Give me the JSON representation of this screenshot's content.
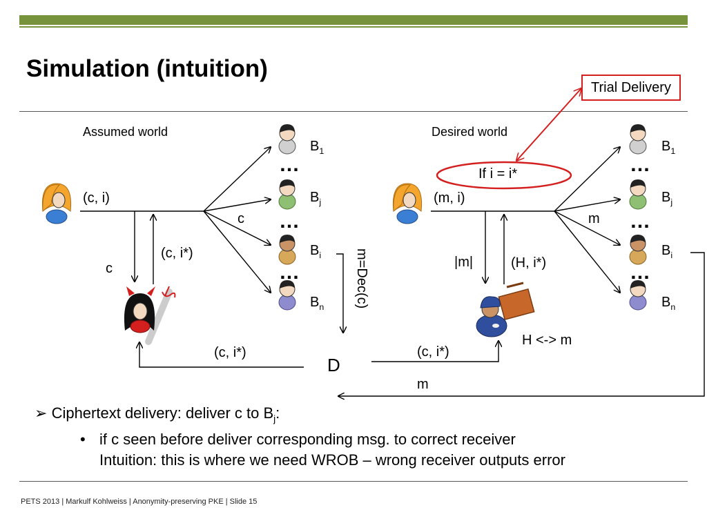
{
  "slide": {
    "title": "Simulation (intuition)",
    "trial_delivery": "Trial Delivery",
    "left_world": {
      "heading": "Assumed world",
      "sender_label": "(c, i)",
      "down_label": "c",
      "up_label": "(c, i*)",
      "branch_label": "c",
      "return_label": "(c, i*)",
      "dec_label": "m=Dec(c)"
    },
    "right_world": {
      "heading": "Desired world",
      "condition": "If i = i*",
      "sender_label": "(m, i)",
      "down_label": "|m|",
      "up_label": "(H, i*)",
      "branch_label": "m",
      "swap_label": "H <-> m",
      "in_label": "(c, i*)",
      "out_label": "m"
    },
    "receivers": [
      {
        "name": "B",
        "sub": "1"
      },
      {
        "name": "B",
        "sub": "j"
      },
      {
        "name": "B",
        "sub": "i"
      },
      {
        "name": "B",
        "sub": "n"
      }
    ],
    "ellipsis": "…",
    "decryptor": "D",
    "bullet_main": {
      "text": "Ciphertext delivery: deliver c to B",
      "sub": "j",
      "suffix": ":"
    },
    "bullet_sub_1": "if c seen before deliver corresponding msg. to correct receiver",
    "bullet_sub_2": "Intuition: this is where we need WROB – wrong receiver outputs error",
    "footer": "PETS 2013 | Markulf Kohlweiss | Anonymity-preserving PKE | Slide 15"
  },
  "colors": {
    "header_bar": "#77933c",
    "accent_red": "#d41f1f",
    "rule": "#555555"
  },
  "icons": [
    "woman-icon",
    "devil-icon",
    "worker-icon",
    "person-icon"
  ]
}
